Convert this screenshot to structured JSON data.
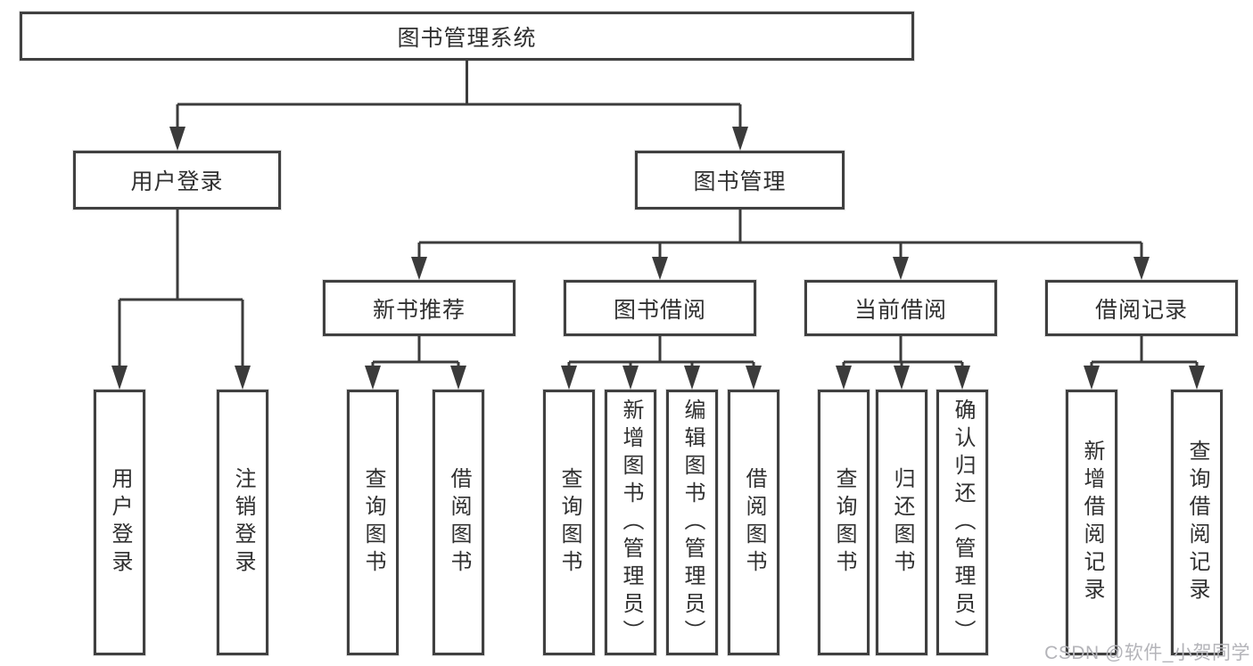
{
  "diagram_title": "图书管理系统",
  "tree": {
    "label": "图书管理系统",
    "children": [
      {
        "label": "用户登录",
        "children": [
          {
            "label": "用户登录"
          },
          {
            "label": "注销登录"
          }
        ]
      },
      {
        "label": "图书管理",
        "children": [
          {
            "label": "新书推荐",
            "children": [
              {
                "label": "查询图书"
              },
              {
                "label": "借阅图书"
              }
            ]
          },
          {
            "label": "图书借阅",
            "children": [
              {
                "label": "查询图书"
              },
              {
                "label": "新增图书（管理员）"
              },
              {
                "label": "编辑图书（管理员）"
              },
              {
                "label": "借阅图书"
              }
            ]
          },
          {
            "label": "当前借阅",
            "children": [
              {
                "label": "查询图书"
              },
              {
                "label": "归还图书"
              },
              {
                "label": "确认归还（管理员）"
              }
            ]
          },
          {
            "label": "借阅记录",
            "children": [
              {
                "label": "新增借阅记录"
              },
              {
                "label": "查询借阅记录"
              }
            ]
          }
        ]
      }
    ]
  },
  "watermark": {
    "text": "CSDN @软件_小贺同学"
  },
  "colors": {
    "line": "#3b3b3b",
    "border": "#404040",
    "text": "#303030",
    "background": "#ffffff",
    "watermark": "#b4b4b9"
  }
}
